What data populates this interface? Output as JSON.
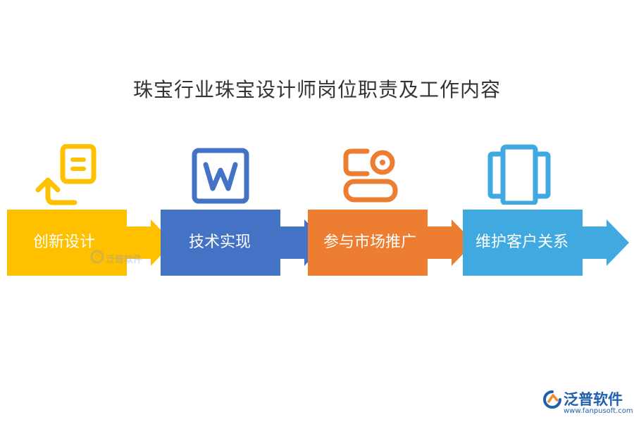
{
  "title": "珠宝行业珠宝设计师岗位职责及工作内容",
  "steps": [
    {
      "label": "创新设计",
      "color": "#FFC000",
      "icon": "document-export-icon"
    },
    {
      "label": "技术实现",
      "color": "#4472C4",
      "icon": "word-document-icon"
    },
    {
      "label": "参与市场推广",
      "color": "#ED7D31",
      "icon": "id-card-icon"
    },
    {
      "label": "维护客户关系",
      "color": "#3FA9E0",
      "icon": "cards-stack-icon"
    }
  ],
  "watermark": {
    "text": "泛普软件"
  },
  "brand": {
    "name": "泛普软件",
    "url": "www.fanpusoft.com",
    "color": "#1F5FAE"
  }
}
